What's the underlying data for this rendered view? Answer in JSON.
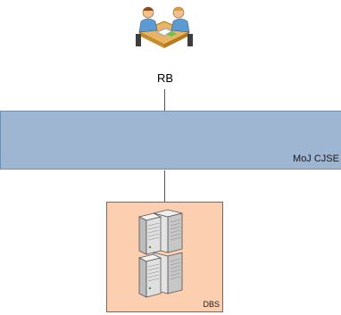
{
  "nodes": {
    "rb": {
      "label": "RB",
      "icon": "people-meeting-icon"
    },
    "network": {
      "label": "MoJ CJSE",
      "color": "#9fb6d2"
    },
    "dbs": {
      "label": "DBS",
      "icon": "server-rack-icon",
      "color": "#fbcfb0"
    }
  },
  "connections": [
    {
      "from": "rb",
      "to": "network"
    },
    {
      "from": "network",
      "to": "dbs"
    }
  ]
}
